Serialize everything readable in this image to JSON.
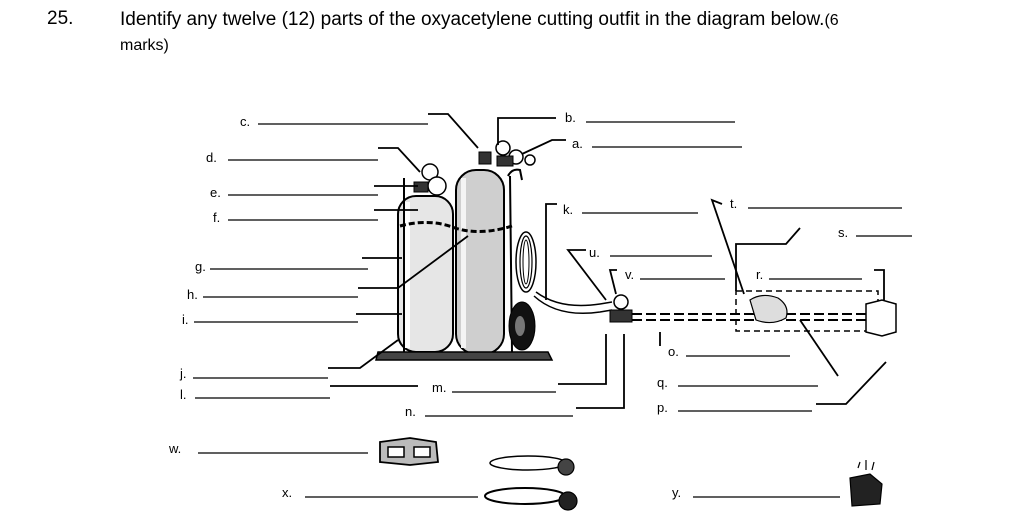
{
  "question": {
    "number": "25.",
    "text": "Identify any twelve (12) parts of the oxyacetylene cutting outfit in the diagram below.",
    "marks_open": "(6",
    "marks_close": "marks)"
  },
  "labels": {
    "a": "a.",
    "b": "b.",
    "c": "c.",
    "d": "d.",
    "e": "e.",
    "f": "f.",
    "g": "g.",
    "h": "h.",
    "i": "i.",
    "j": "j.",
    "k": "k.",
    "l": "l.",
    "m": "m.",
    "n": "n.",
    "o": "o.",
    "p": "p.",
    "q": "q.",
    "r": "r.",
    "s": "s.",
    "t": "t.",
    "u": "u.",
    "v": "v.",
    "w": "w.",
    "x": "x.",
    "y": "y."
  }
}
